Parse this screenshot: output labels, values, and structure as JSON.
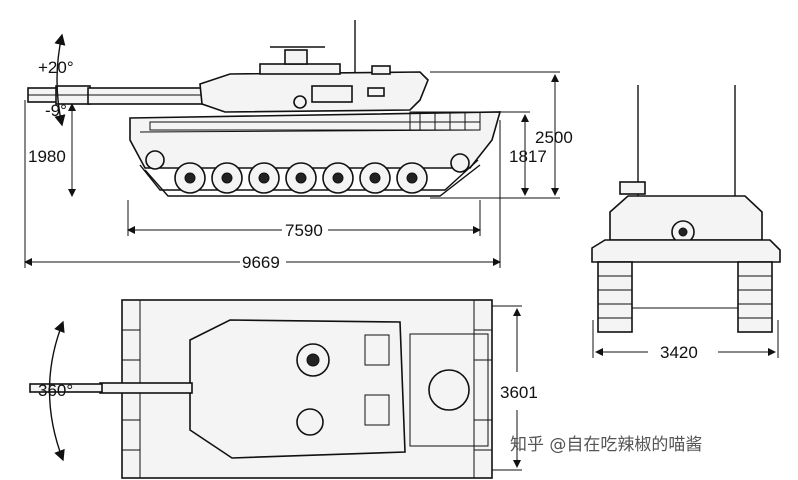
{
  "dimensions": {
    "elev_up": "+20°",
    "elev_down": "-9°",
    "ground_clear_left": "1980",
    "hull_length": "7590",
    "overall_length": "9669",
    "total_height": "2500",
    "hull_height": "1817",
    "width": "3420",
    "overall_width": "3601",
    "traverse": "360°"
  },
  "watermark": "知乎 @自在吃辣椒的喵酱",
  "colors": {
    "line": "#111111",
    "fill": "#f4f4f4",
    "background": "#ffffff"
  }
}
